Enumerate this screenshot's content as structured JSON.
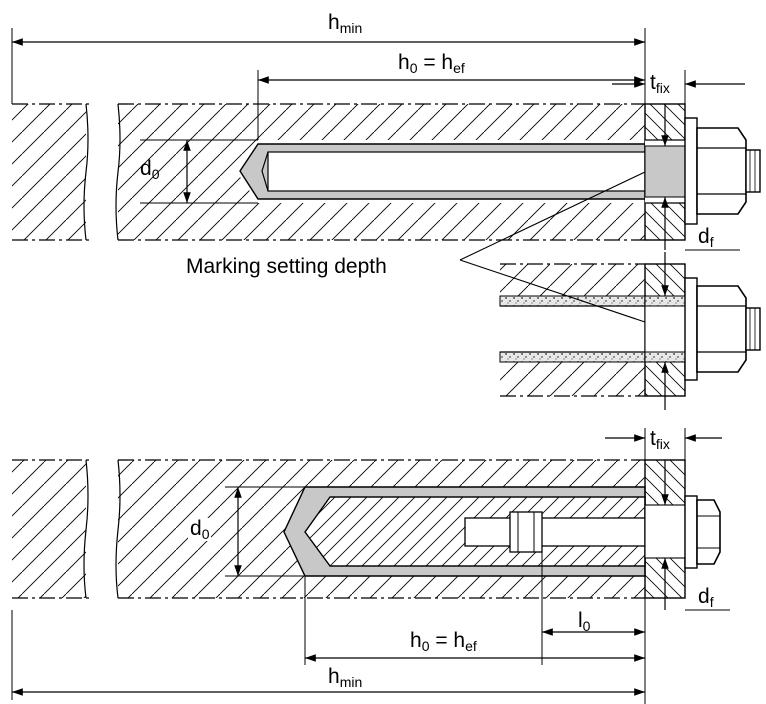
{
  "labels": {
    "hmin_top": {
      "main": "h",
      "sub": "min"
    },
    "h0_top": {
      "main": "h",
      "sub": "0",
      "eq": " = h",
      "sub2": "ef"
    },
    "tfix_top": {
      "main": "t",
      "sub": "fix"
    },
    "d0_top": {
      "main": "d",
      "sub": "0"
    },
    "df_top": {
      "main": "d",
      "sub": "f"
    },
    "marking": "Marking setting depth",
    "tfix_bot": {
      "main": "t",
      "sub": "fix"
    },
    "d0_bot": {
      "main": "d",
      "sub": "0"
    },
    "df_bot": {
      "main": "d",
      "sub": "f"
    },
    "l0_bot": {
      "main": "l",
      "sub": "0"
    },
    "h0_bot": {
      "main": "h",
      "sub": "0",
      "eq": " = h",
      "sub2": "ef"
    },
    "hmin_bot": {
      "main": "h",
      "sub": "min"
    }
  },
  "colors": {
    "line": "#000000",
    "fill_gray": "#c8c8c8",
    "mortar_dots": "#555555"
  }
}
